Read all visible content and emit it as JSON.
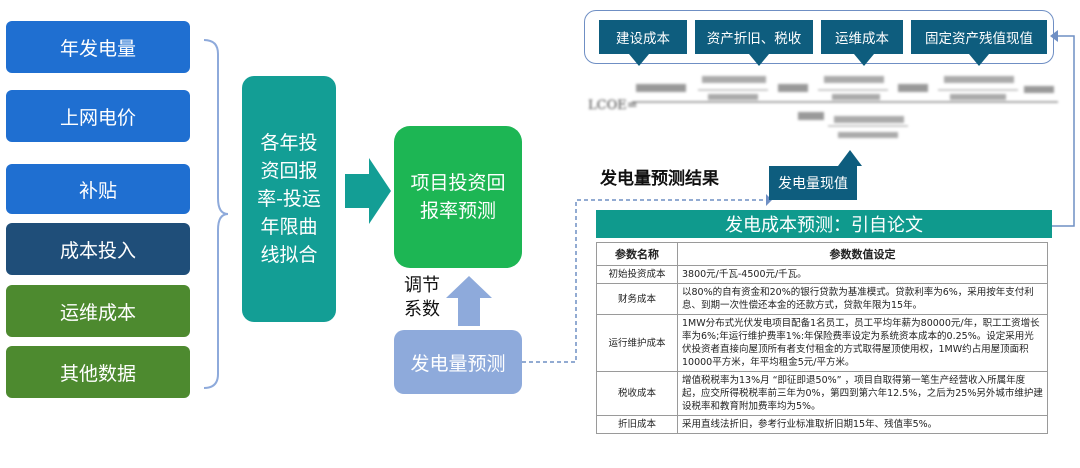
{
  "left_items": [
    {
      "label": "年发电量",
      "color": "#1f6fd1"
    },
    {
      "label": "上网电价",
      "color": "#1f6fd1"
    },
    {
      "label": "补贴",
      "color": "#1f6fd1"
    },
    {
      "label": "成本投入",
      "color": "#1f4e79"
    },
    {
      "label": "运维成本",
      "color": "#4d8a2f"
    },
    {
      "label": "其他数据",
      "color": "#4d8a2f"
    }
  ],
  "fit_box": {
    "label": "各年投资回报率-投运年限曲线拟合"
  },
  "project_box": {
    "label": "项目投资回报率预测"
  },
  "adjust_label": "调节系数",
  "forecast_box": {
    "label": "发电量预测"
  },
  "top_buttons": [
    "建设成本",
    "资产折旧、税收",
    "运维成本",
    "固定资产残值现值"
  ],
  "formula_prefix": "LCOE=",
  "forecast_result_label": "发电量预测结果",
  "present_value_label": "发电量现值",
  "cost_banner": "发电成本预测：引自论文",
  "table": {
    "headers": [
      "参数名称",
      "参数数值设定"
    ],
    "rows": [
      {
        "name": "初始投资成本",
        "value": "3800元/千瓦-4500元/千瓦。"
      },
      {
        "name": "财务成本",
        "value": "以80%的自有资金和20%的银行贷款为基准模式。贷款利率为6%，采用按年支付利息、到期一次性偿还本金的还款方式，贷款年限为15年。"
      },
      {
        "name": "运行维护成本",
        "value": "1MW分布式光伏发电项目配备1名员工，员工平均年薪为80000元/年，职工工资增长率为6%;年运行维护费率1%:年保险费率设定为系统资本成本的0.25%。设定采用光伏投资者直接向屋顶所有者支付租金的方式取得屋顶使用权，1MW约占用屋顶面积10000平方米，年平均租金5元/平方米。"
      },
      {
        "name": "税收成本",
        "value": "增值税税率为13%月 “即征即退50%” ，项目自取得第一笔生产经营收入所属年度起，应交所得税税率前三年为0%，第四到第六年12.5%，之后为25%另外城巿维护建设税率和教育附加费率均为5%。"
      },
      {
        "name": "折旧成本",
        "value": "采用直线法折旧，参考行业标准取折旧期15年、残值率5%。"
      }
    ]
  },
  "colors": {
    "teal": "#139e95",
    "green": "#1db654",
    "lavender": "#8eaadb",
    "nav": "#0e5d7e",
    "banner": "#0f9a8d"
  }
}
